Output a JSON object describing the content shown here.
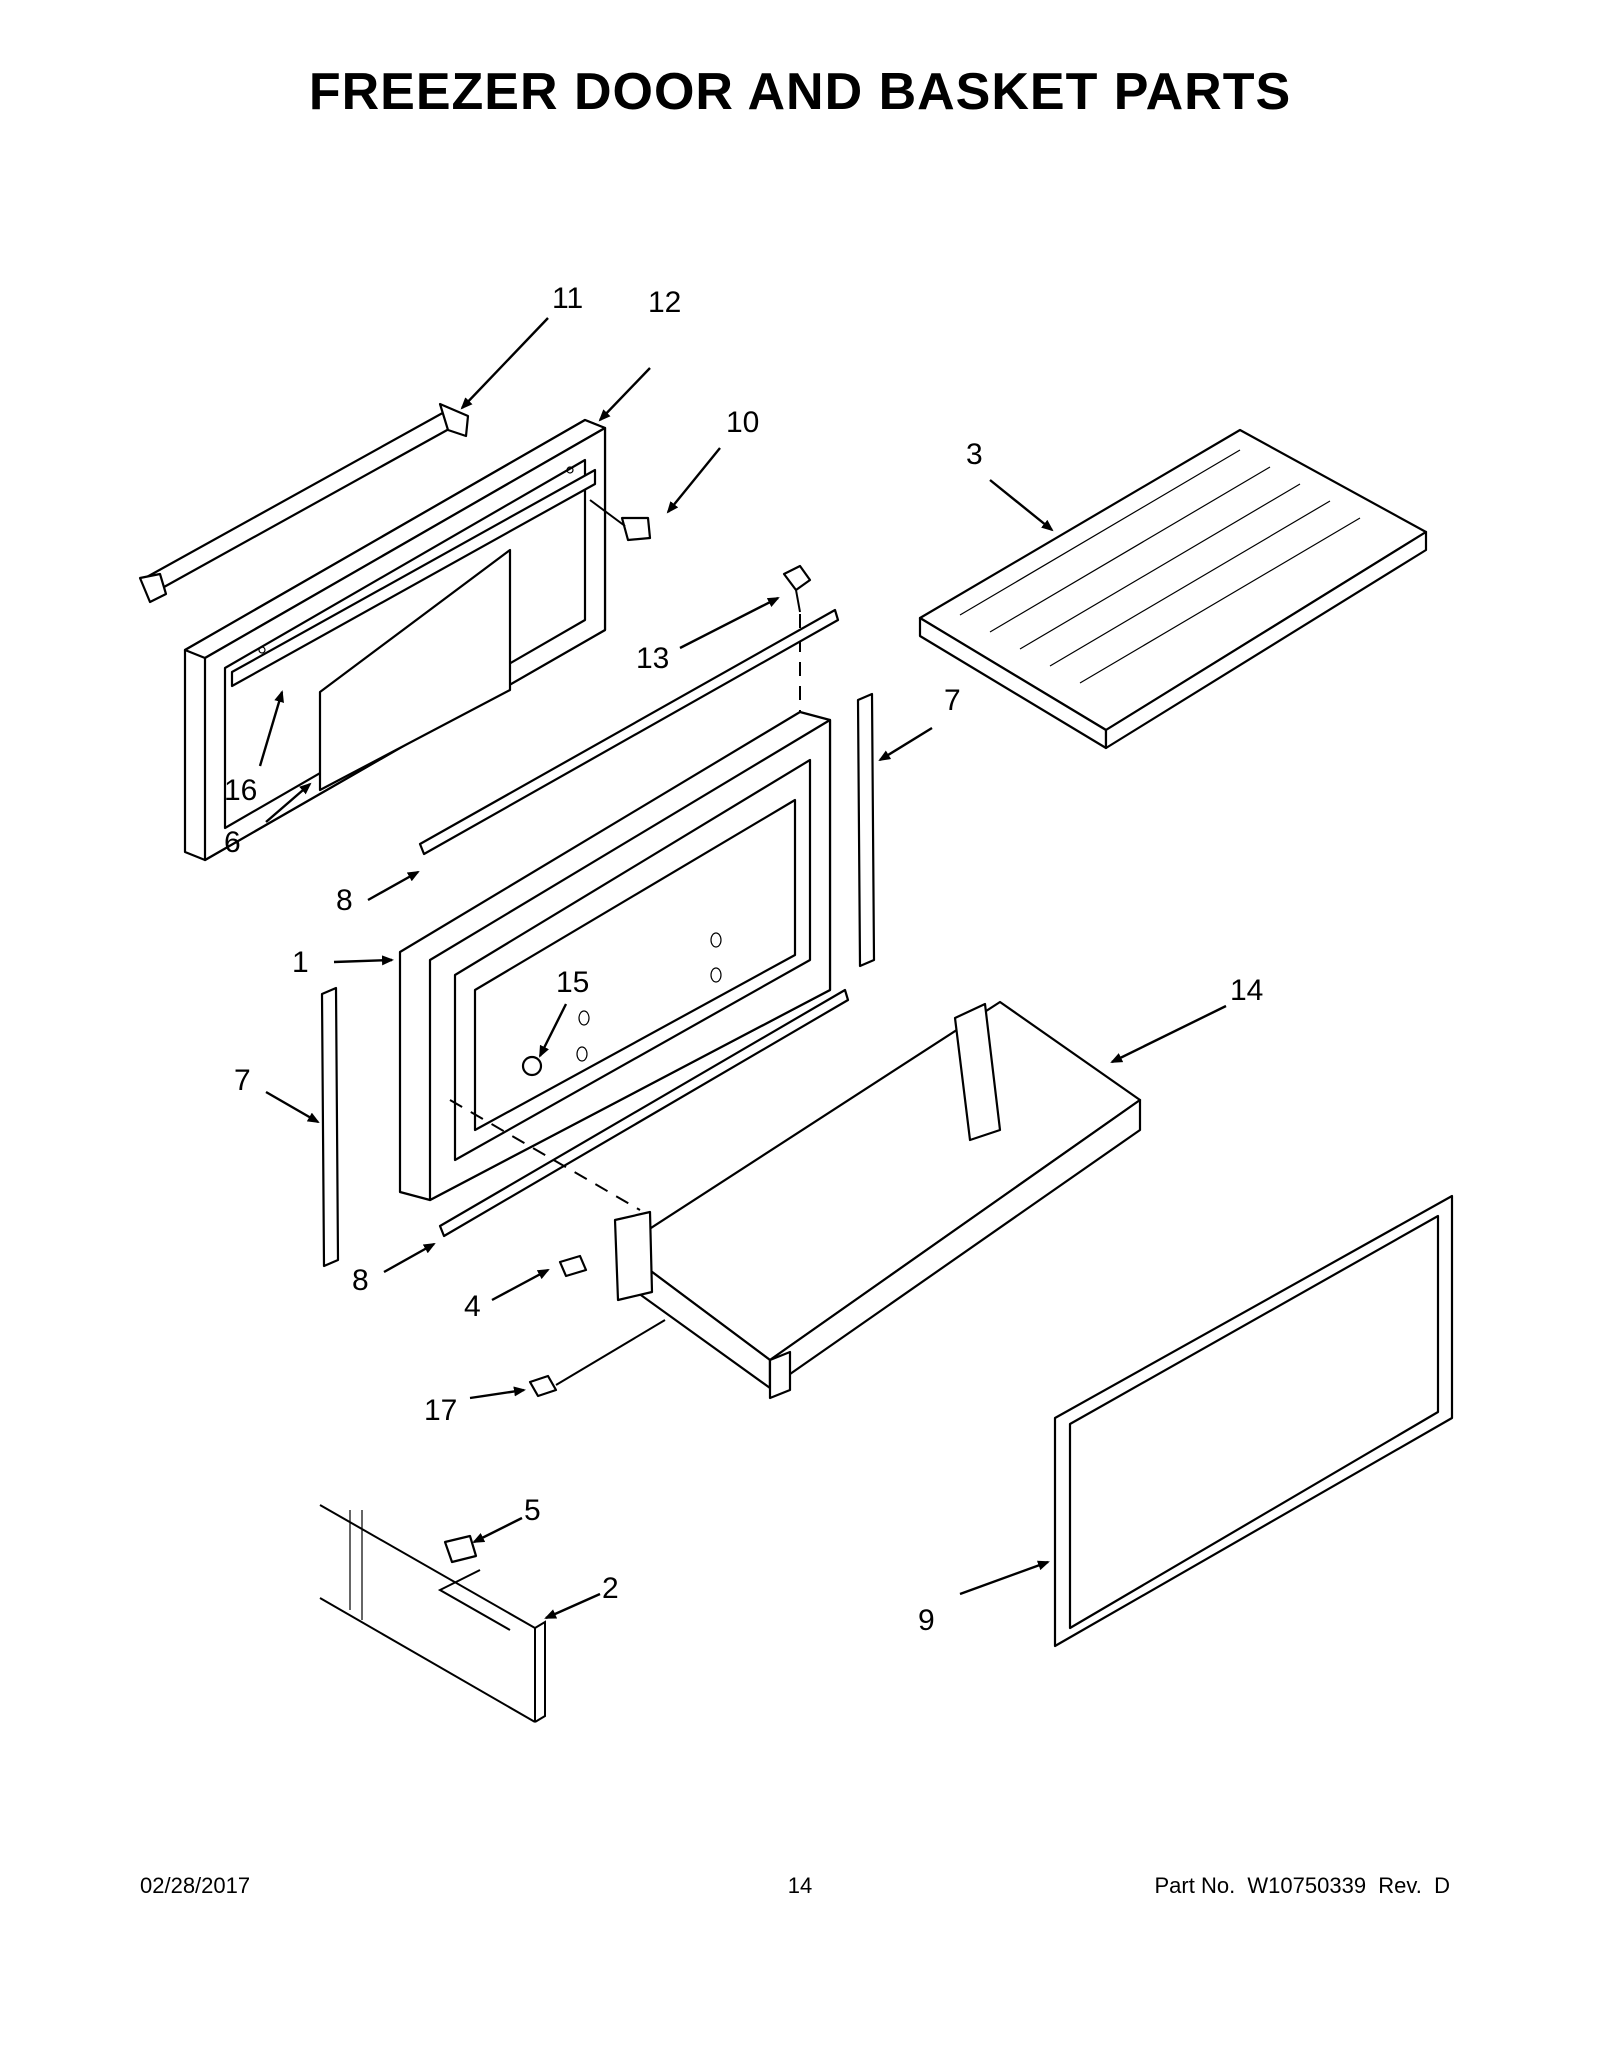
{
  "title": "FREEZER DOOR AND BASKET PARTS",
  "callouts": {
    "c1": "1",
    "c2": "2",
    "c3": "3",
    "c4": "4",
    "c5": "5",
    "c6": "6",
    "c7a": "7",
    "c7b": "7",
    "c8a": "8",
    "c8b": "8",
    "c9": "9",
    "c10": "10",
    "c11": "11",
    "c12": "12",
    "c13": "13",
    "c14": "14",
    "c15": "15",
    "c16": "16",
    "c17": "17"
  },
  "footer": {
    "date": "02/28/2017",
    "page": "14",
    "part_number": "Part No.  W10750339  Rev.  D"
  }
}
